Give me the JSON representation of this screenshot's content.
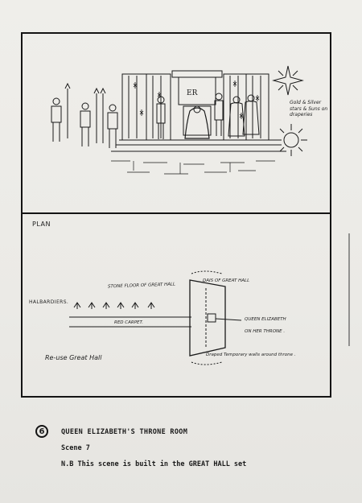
{
  "plan": {
    "label": "PLAN",
    "stone_floor": "STONE FLOOR OF GREAT HALL",
    "dais": "DAIS OF GREAT HALL",
    "halberdiers": "HALBARDIERS.",
    "red_carpet": "RED CARPET.",
    "queen_line1": "QUEEN ELIZABETH",
    "queen_line2": "ON HER THRONE .",
    "reuse": "Re-use Great Hall",
    "draped": "Draped Temporary walls around throne ."
  },
  "sketch": {
    "stars_note": "Gold & Silver stars & Suns on draperies"
  },
  "caption": {
    "number": "6",
    "title": "QUEEN ELIZABETH'S THRONE ROOM",
    "scene": "Scene 7",
    "note": "N.B This scene is built in the GREAT HALL set"
  },
  "colors": {
    "ink": "#141414",
    "paper": "#ebeae6"
  }
}
